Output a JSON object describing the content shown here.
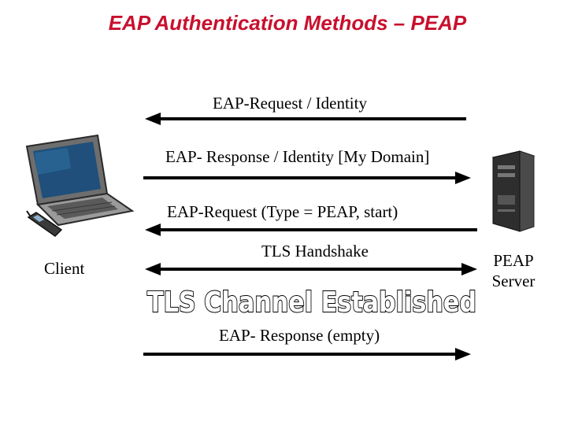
{
  "title": "EAP Authentication Methods – PEAP",
  "client_label": "Client",
  "server_label_line1": "PEAP",
  "server_label_line2": "Server",
  "banner": "TLS Channel Established",
  "messages": {
    "m1": "EAP-Request / Identity",
    "m2": "EAP- Response / Identity [My Domain]",
    "m3": "EAP-Request (Type = PEAP, start)",
    "m4": "TLS Handshake",
    "m5": "EAP- Response (empty)"
  },
  "icons": {
    "client": "laptop-icon",
    "phone": "mobile-phone-icon",
    "server": "server-tower-icon"
  },
  "colors": {
    "title": "#c8102e",
    "arrow": "#000000"
  }
}
